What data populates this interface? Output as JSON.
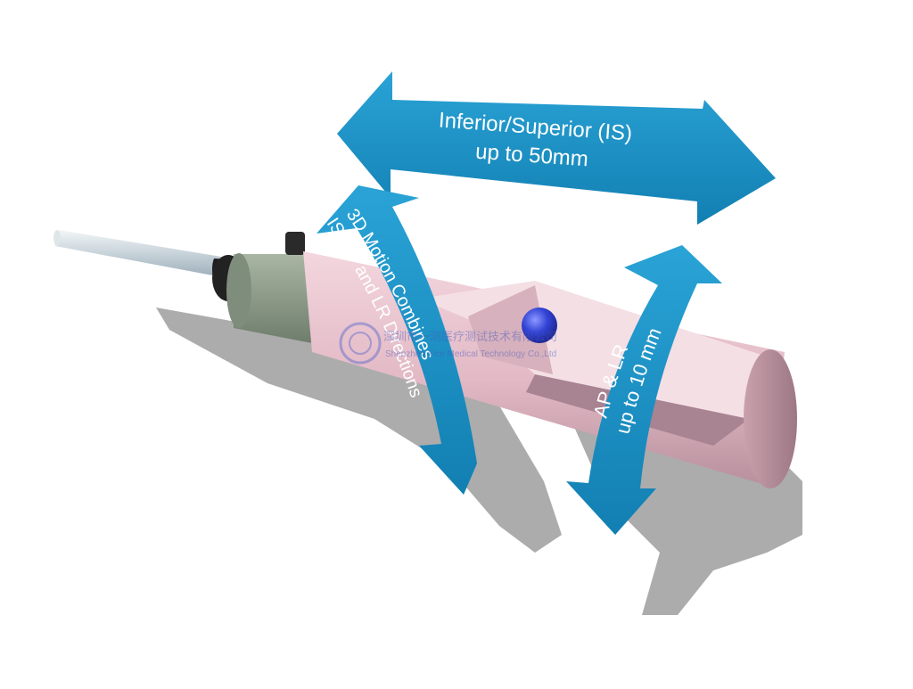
{
  "colors": {
    "arrow": "#1a8fc2",
    "arrow_dark": "#0f6f9c",
    "arrow_text": "#ffffff",
    "cylinder_pink": "#e6bfca",
    "cylinder_shadow": "#b88e9c",
    "end_cap": "#b48b98",
    "collar": "#8f9e8c",
    "rod": "#d4dde3",
    "ball": "#2e3fd0",
    "shadow": "#9a9a9a"
  },
  "is_arrow": {
    "line1": "Inferior/Superior (IS)",
    "line2": "up to 50mm"
  },
  "motion_arrow": {
    "line1": "3D Motion Combines",
    "line2": "IS, AP and LR Directions"
  },
  "aplr_arrow": {
    "line1": "AP & LR",
    "line2": "up to 10 mm"
  },
  "watermark": {
    "cn": "深圳市一测医疗测试技术有限公司",
    "en": "Shenzhen Yice Medical Technology Co.,Ltd"
  }
}
